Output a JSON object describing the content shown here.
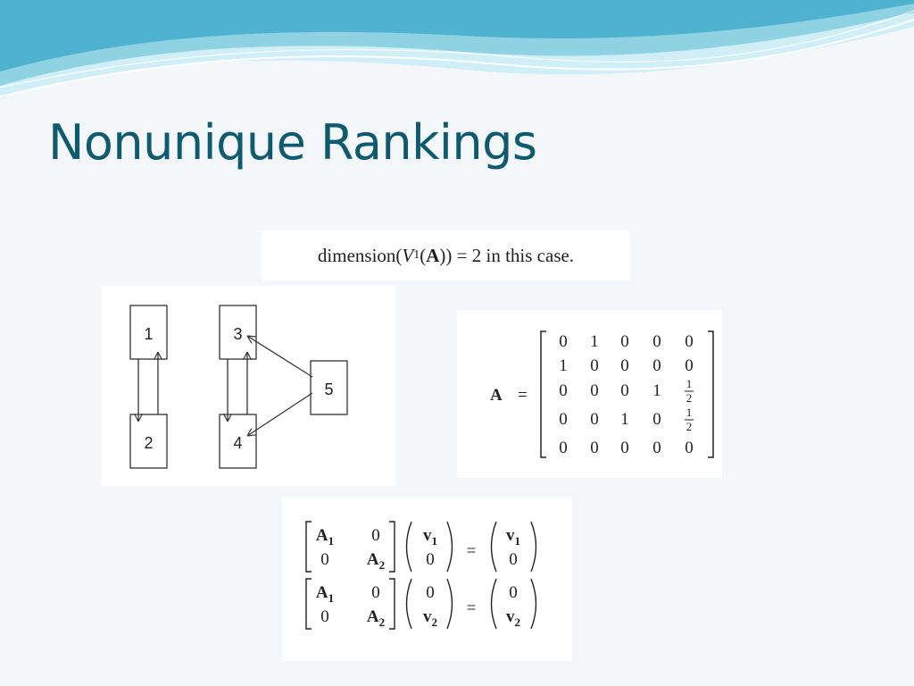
{
  "slide": {
    "title": "Nonunique Rankings",
    "dimension_statement": {
      "prefix": "dimension(",
      "variable": "V",
      "subscript": "1",
      "open": "(",
      "matrix": "A",
      "suffix": ")) = 2 in this case."
    }
  },
  "graph": {
    "nodes": [
      {
        "id": "1",
        "label": "1"
      },
      {
        "id": "2",
        "label": "2"
      },
      {
        "id": "3",
        "label": "3"
      },
      {
        "id": "4",
        "label": "4"
      },
      {
        "id": "5",
        "label": "5"
      }
    ],
    "edges": [
      {
        "from": "1",
        "to": "2"
      },
      {
        "from": "2",
        "to": "1"
      },
      {
        "from": "3",
        "to": "4"
      },
      {
        "from": "4",
        "to": "3"
      },
      {
        "from": "5",
        "to": "3"
      },
      {
        "from": "5",
        "to": "4"
      }
    ]
  },
  "matrix_A": {
    "name": "A",
    "equals": "=",
    "rows": [
      [
        "0",
        "1",
        "0",
        "0",
        "0"
      ],
      [
        "1",
        "0",
        "0",
        "0",
        "0"
      ],
      [
        "0",
        "0",
        "0",
        "1",
        "1/2"
      ],
      [
        "0",
        "0",
        "1",
        "0",
        "1/2"
      ],
      [
        "0",
        "0",
        "0",
        "0",
        "0"
      ]
    ]
  },
  "block_equations": {
    "block_matrix": [
      [
        "A1",
        "0"
      ],
      [
        "0",
        "A2"
      ]
    ],
    "equations": [
      {
        "lhs_vector": [
          "v1",
          "0"
        ],
        "rhs_vector": [
          "v1",
          "0"
        ]
      },
      {
        "lhs_vector": [
          "0",
          "v2"
        ],
        "rhs_vector": [
          "0",
          "v2"
        ]
      }
    ]
  },
  "colors": {
    "title": "#0f5a6e",
    "background": "#f3f7f9",
    "wave_light": "#b9e3ee",
    "wave_dark": "#4fb3cf"
  }
}
